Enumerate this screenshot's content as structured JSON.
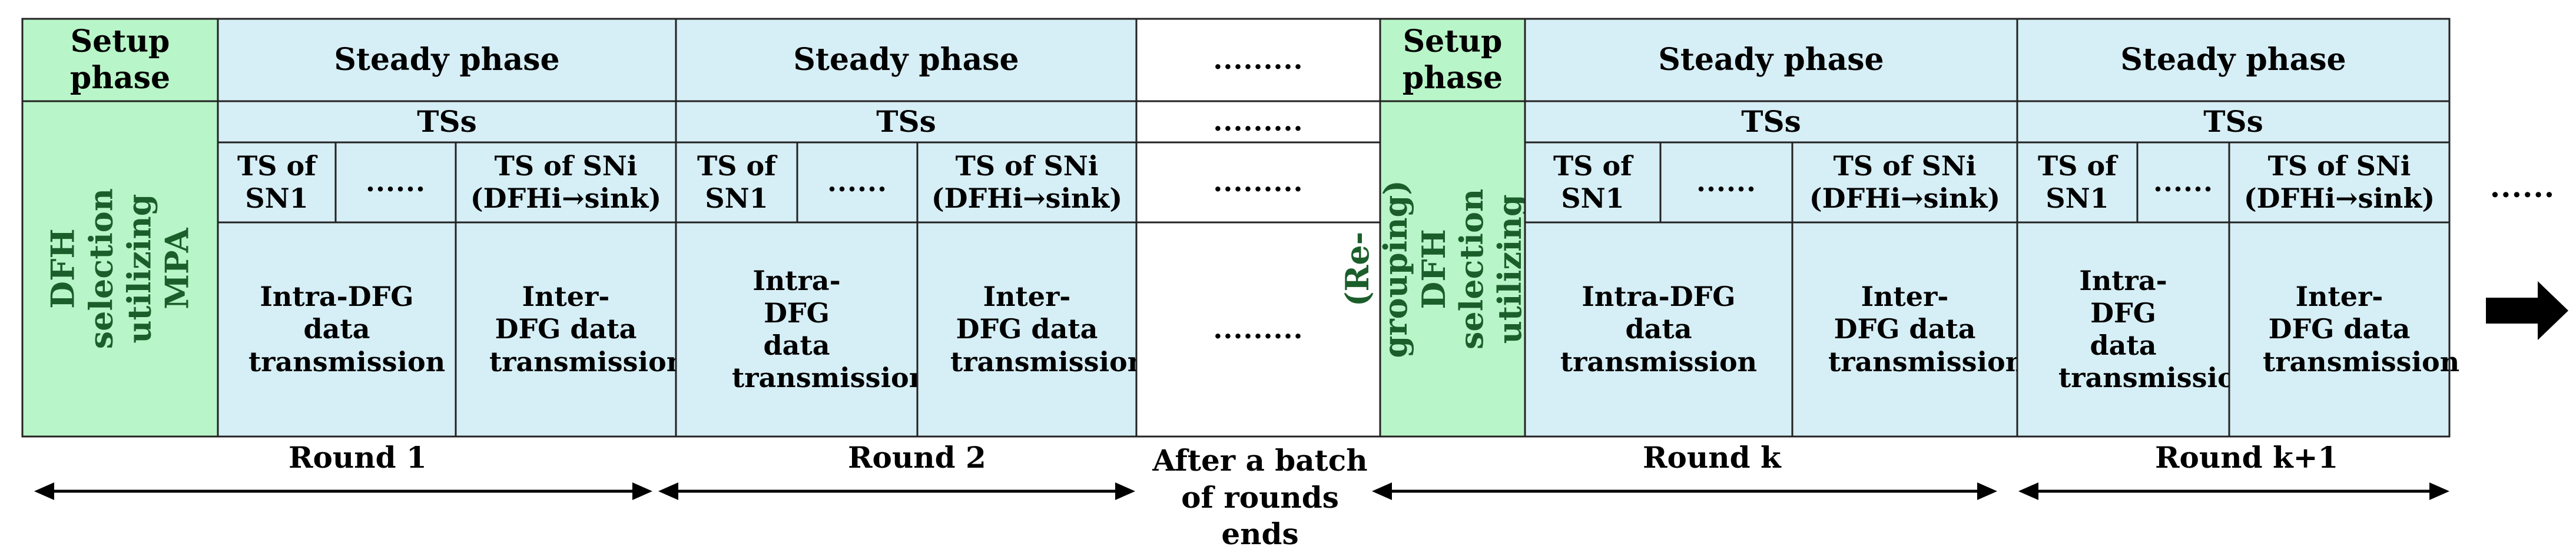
{
  "setup_phase": "Setup phase",
  "steady_phase": "Steady phase",
  "tss": "TSs",
  "dots": ".........",
  "dots_short": "......",
  "ts_sn1": "TS of SN1",
  "ts_sni": "TS of SNi (DFHi→sink)",
  "intra": "Intra-DFG data transmission",
  "inter": "Inter-DFG data transmission",
  "dfh_selection": "DFH selection utilizing MPA",
  "regroup_selection": "(Re-grouping) DFH selection utilizing MPA",
  "rounds": {
    "round1": "Round 1",
    "round2": "Round 2",
    "after_batch": "After a batch of rounds ends",
    "roundk": "Round k",
    "roundk1": "Round k+1"
  },
  "trailing_dots": "......",
  "colors": {
    "setup": "#b8f5c8",
    "steady": "#d6eef5",
    "border": "#222222",
    "vertical_text": "#1b5e2b"
  }
}
